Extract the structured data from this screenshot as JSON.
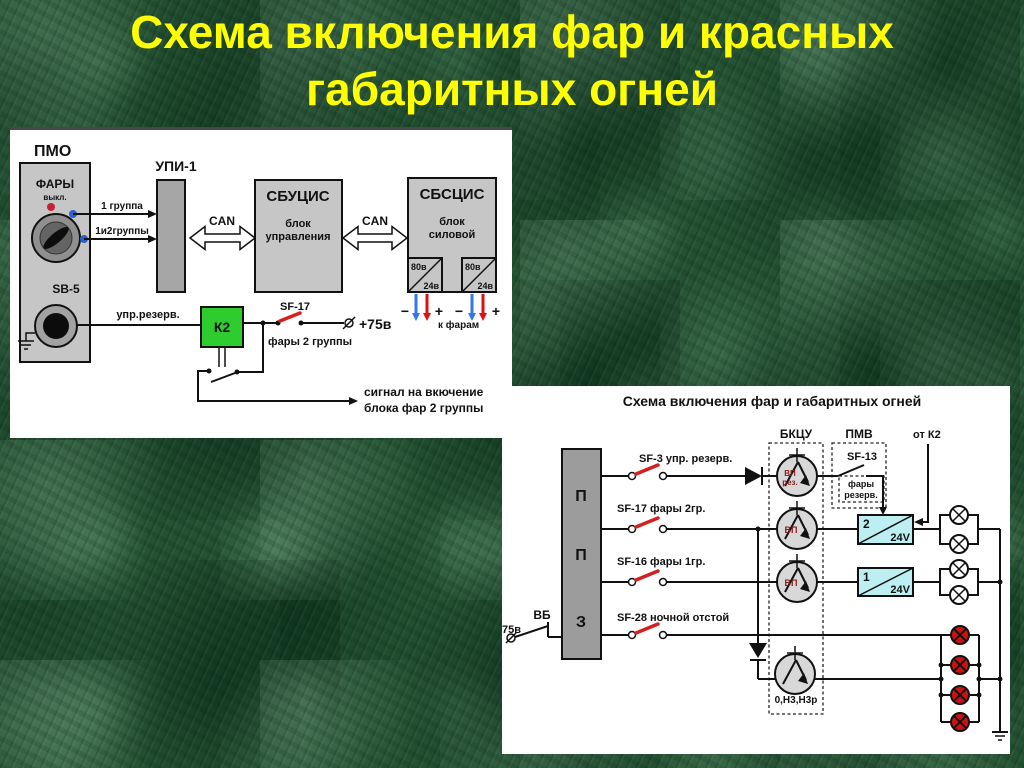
{
  "slide": {
    "title_line1": "Схема включения фар и красных",
    "title_line2": "габаритных огней"
  },
  "colors": {
    "title_yellow": "#ffff00",
    "relay_green": "#2ecc2e",
    "breaker_red": "#d42020",
    "lamp_red": "#cc1111",
    "converter_cyan": "#bdeef2",
    "can_yellow": "#f2ee8d",
    "wire_blue": "#3377ee",
    "wire_red": "#dd1111"
  },
  "panel1": {
    "pmo_title": "ПМО",
    "switch_label": "ФАРЫ",
    "switch_state": "выкл.",
    "wire1_label": "1 группа",
    "wire2_label": "1и2группы",
    "upi_title": "УПИ-1",
    "can_label": "CAN",
    "sbucis_title": "СБУЦИС",
    "sbucis_line1": "блок",
    "sbucis_line2": "управления",
    "sbscis_title": "СБСЦИС",
    "sbscis_line1": "блок",
    "sbscis_line2": "силовой",
    "converter_in": "80в",
    "converter_out": "24в",
    "minus": "−",
    "plus": "+",
    "to_headlights": "к фарам",
    "sb5_label": "SB-5",
    "upr_rezerv": "упр.резерв.",
    "k2_label": "К2",
    "sf17_label": "SF-17",
    "plus75": "+75в",
    "fary2_label": "фары 2 группы",
    "signal_line1": "сигнал на вкючение",
    "signal_line2": "блока фар 2 группы"
  },
  "panel2": {
    "title": "Схема включения фар и габаритных огней",
    "bkcu": "БКЦУ",
    "pmv": "ПМВ",
    "ot_k2": "от К2",
    "sf3": "SF-3 упр. резерв.",
    "sf13": "SF-13",
    "fary_rez_line1": "фары",
    "fary_rez_line2": "резерв.",
    "sf17": "SF-17 фары 2гр.",
    "sf16": "SF-16 фары 1гр.",
    "sf28": "SF-28 ночной отстой",
    "ppz_p1": "П",
    "ppz_p2": "П",
    "ppz_z": "З",
    "vb": "ВБ",
    "v75": "75в",
    "vp": "ВП",
    "rez": "рез.",
    "conv2_num": "2",
    "conv1_num": "1",
    "conv_v": "24V",
    "lamp_group_label": "0,Н3,Н3р"
  }
}
